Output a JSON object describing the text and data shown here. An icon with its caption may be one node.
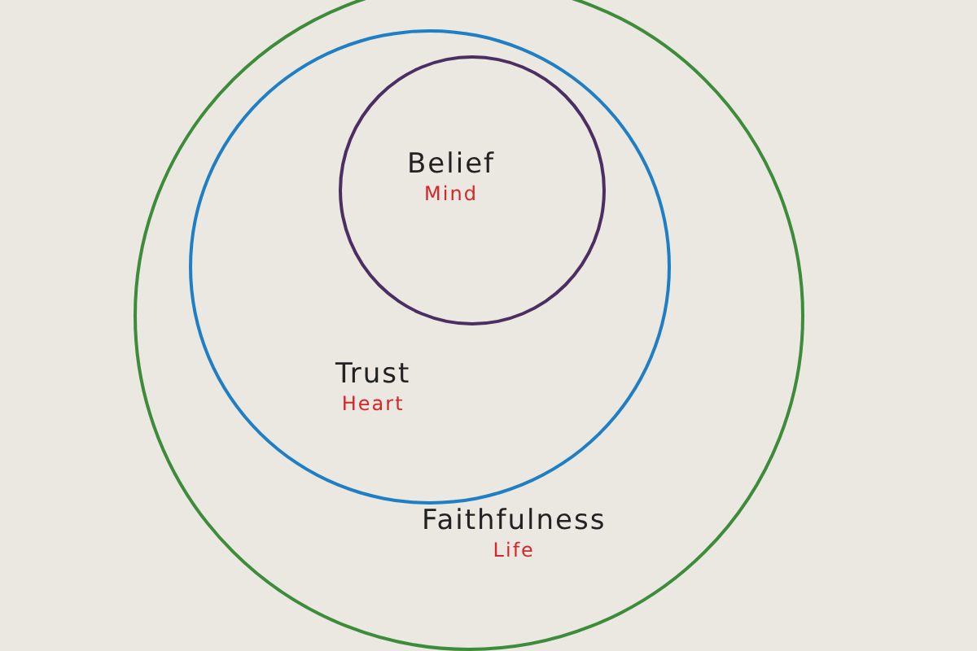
{
  "diagram": {
    "nodes": [
      {
        "text": [
          "Faithfulness",
          "Life"
        ]
      },
      {
        "text": [
          "Trust",
          "Heart"
        ],
        "in": 0
      },
      {
        "text": [
          "Belief",
          "Mind"
        ],
        "in": 1
      }
    ]
  }
}
